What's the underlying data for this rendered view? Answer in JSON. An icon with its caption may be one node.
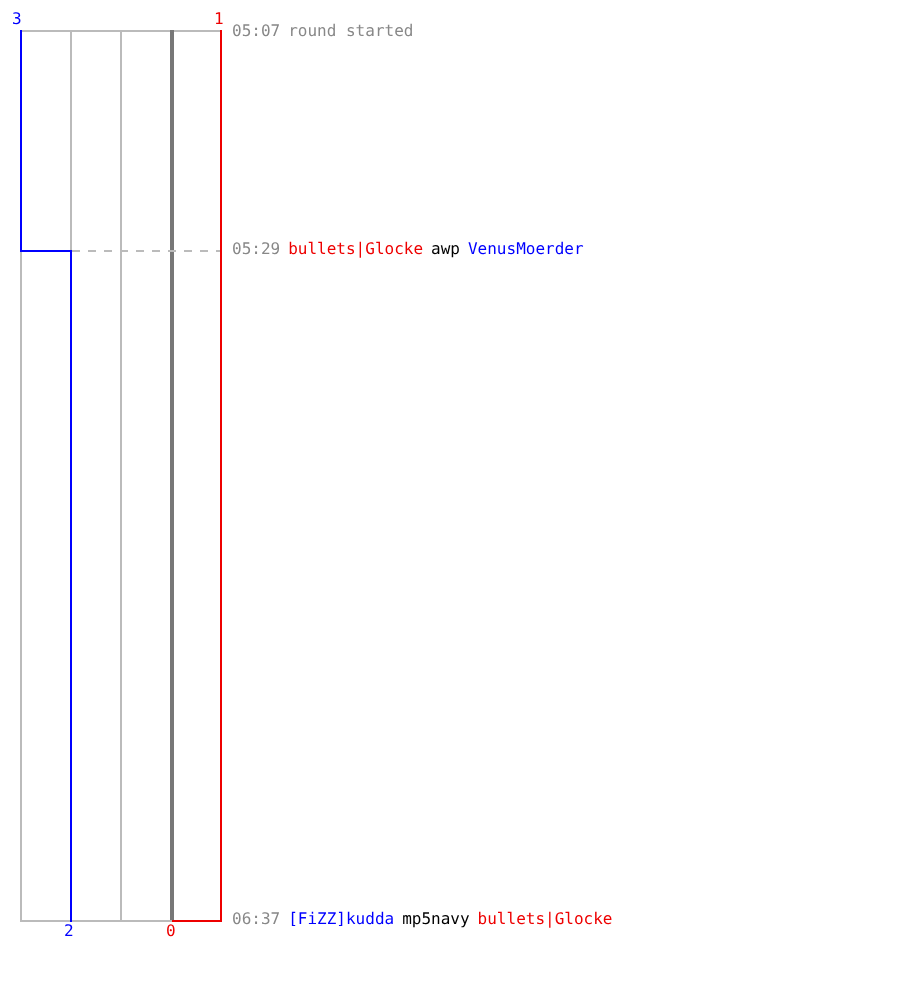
{
  "diagram": {
    "labels": [
      "3",
      "1",
      "05:07",
      "round started",
      "05:29",
      "bullets|Glocke",
      "awp",
      "VenusMoerder",
      "06:37",
      "[FiZZ]kudda",
      "mp5navy",
      "bullets|Glocke",
      "2",
      "0"
    ]
  }
}
